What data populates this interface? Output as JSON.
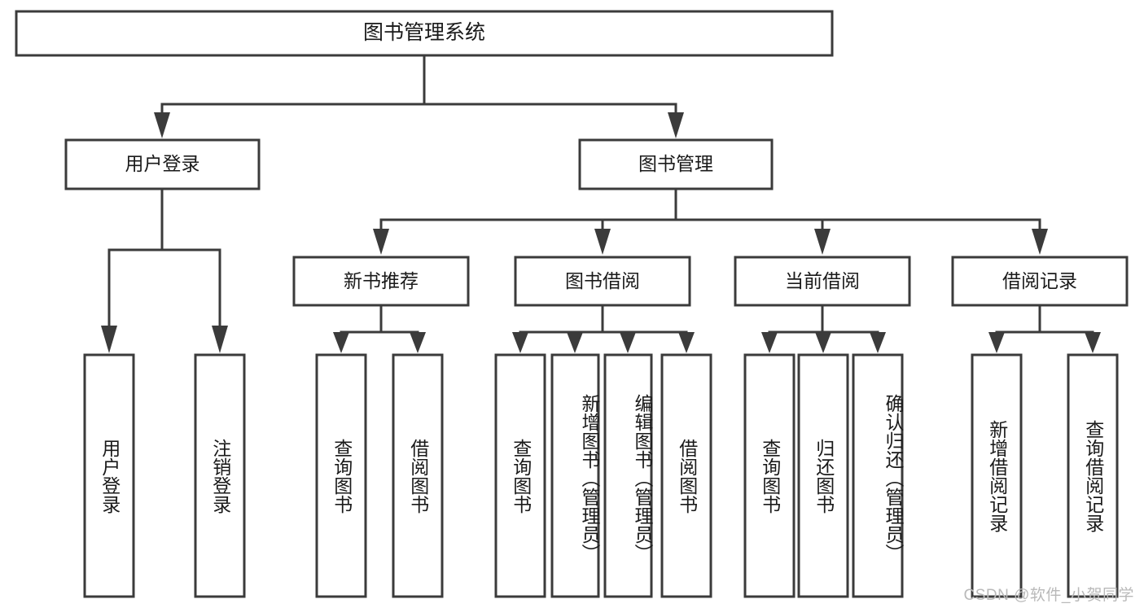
{
  "diagram": {
    "type": "tree-hierarchy-chart",
    "title": "图书管理系统",
    "orientation": "top-down",
    "colors": {
      "box_stroke": "#3b3b3b",
      "box_fill": "#ffffff",
      "connector": "#3b3b3b",
      "text": "#1a1a1a",
      "watermark": "#b9b9b9",
      "background": "#ffffff"
    },
    "levels": {
      "level1": [
        "图书管理系统"
      ],
      "level2": [
        "用户登录",
        "图书管理"
      ],
      "level3": [
        "新书推荐",
        "图书借阅",
        "当前借阅",
        "借阅记录"
      ],
      "level4": [
        "用户登录",
        "注销登录",
        "查询图书",
        "借阅图书",
        "查询图书",
        "新增图书（管理员）",
        "编辑图书（管理员）",
        "借阅图书",
        "查询图书",
        "归还图书",
        "确认归还（管理员）",
        "新增借阅记录",
        "查询借阅记录"
      ]
    },
    "nodes": {
      "root": {
        "label": "图书管理系统"
      },
      "user_login": {
        "label": "用户登录"
      },
      "book_manage": {
        "label": "图书管理"
      },
      "new_book_rec": {
        "label": "新书推荐"
      },
      "book_borrow": {
        "label": "图书借阅"
      },
      "current_borrow": {
        "label": "当前借阅"
      },
      "borrow_record": {
        "label": "借阅记录"
      },
      "leaf_user_login": {
        "label": "用户登录"
      },
      "leaf_logout": {
        "label": "注销登录"
      },
      "leaf_query_book_a": {
        "label": "查询图书"
      },
      "leaf_borrow_book_a": {
        "label": "借阅图书"
      },
      "leaf_query_book_b": {
        "label": "查询图书"
      },
      "leaf_add_book": {
        "label": "新增图书（管理员）"
      },
      "leaf_edit_book": {
        "label": "编辑图书（管理员）"
      },
      "leaf_borrow_book_b": {
        "label": "借阅图书"
      },
      "leaf_query_book_c": {
        "label": "查询图书"
      },
      "leaf_return_book": {
        "label": "归还图书"
      },
      "leaf_confirm_return": {
        "label": "确认归还（管理员）"
      },
      "leaf_add_record": {
        "label": "新增借阅记录"
      },
      "leaf_query_record": {
        "label": "查询借阅记录"
      }
    },
    "edges": [
      {
        "from": "图书管理系统",
        "to": "用户登录"
      },
      {
        "from": "图书管理系统",
        "to": "图书管理"
      },
      {
        "from": "用户登录",
        "to": "用户登录"
      },
      {
        "from": "用户登录",
        "to": "注销登录"
      },
      {
        "from": "图书管理",
        "to": "新书推荐"
      },
      {
        "from": "图书管理",
        "to": "图书借阅"
      },
      {
        "from": "图书管理",
        "to": "当前借阅"
      },
      {
        "from": "图书管理",
        "to": "借阅记录"
      },
      {
        "from": "新书推荐",
        "to": "查询图书"
      },
      {
        "from": "新书推荐",
        "to": "借阅图书"
      },
      {
        "from": "图书借阅",
        "to": "查询图书"
      },
      {
        "from": "图书借阅",
        "to": "新增图书（管理员）"
      },
      {
        "from": "图书借阅",
        "to": "编辑图书（管理员）"
      },
      {
        "from": "图书借阅",
        "to": "借阅图书"
      },
      {
        "from": "当前借阅",
        "to": "查询图书"
      },
      {
        "from": "当前借阅",
        "to": "归还图书"
      },
      {
        "from": "当前借阅",
        "to": "确认归还（管理员）"
      },
      {
        "from": "借阅记录",
        "to": "新增借阅记录"
      },
      {
        "from": "借阅记录",
        "to": "查询借阅记录"
      }
    ]
  },
  "watermark": {
    "text": "CSDN @软件_小贺同学"
  }
}
